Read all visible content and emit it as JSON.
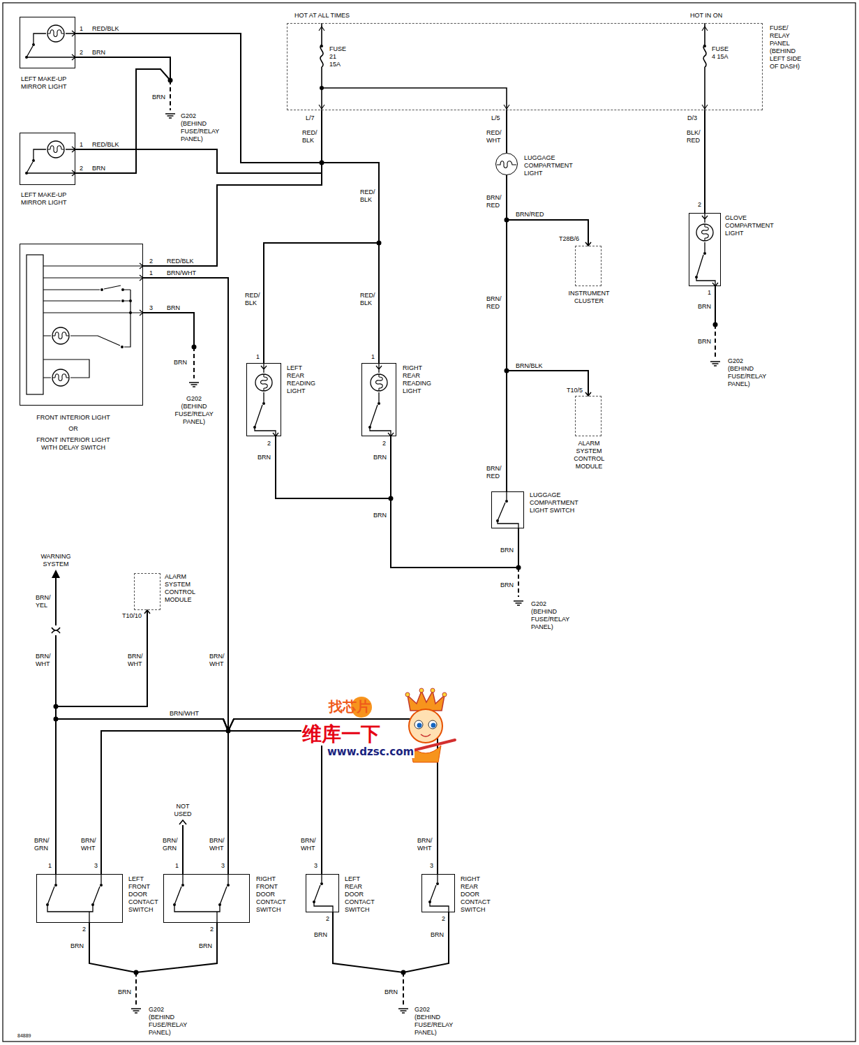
{
  "diagram": {
    "nodes": [
      {
        "text": [
          "HOT AT ALL TIMES",
          "HOT IN ON",
          "FUSE 21 15A",
          "FUSE 4 15A",
          "FUSE/ RELAY PANEL (BEHIND LEFT SIDE OF DASH)"
        ]
      },
      {
        "text": [
          "LEFT MAKE-UP MIRROR LIGHT"
        ]
      },
      {
        "text": [
          "LEFT MAKE-UP MIRROR LIGHT"
        ]
      },
      {
        "text": [
          "LUGGAGE COMPARTMENT LIGHT"
        ]
      },
      {
        "text": [
          "GLOVE COMPARTMENT LIGHT"
        ]
      },
      {
        "text": [
          "FRONT INTERIOR LIGHT",
          "OR",
          "FRONT INTERIOR LIGHT WITH DELAY SWITCH"
        ]
      },
      {
        "text": [
          "INSTRUMENT CLUSTER"
        ]
      },
      {
        "text": [
          "LEFT REAR READING LIGHT"
        ]
      },
      {
        "text": [
          "RIGHT REAR READING LIGHT"
        ]
      },
      {
        "text": [
          "ALARM SYSTEM CONTROL MODULE"
        ]
      },
      {
        "text": [
          "LUGGAGE COMPARTMENT LIGHT SWITCH"
        ]
      },
      {
        "text": [
          "ALARM SYSTEM CONTROL MODULE"
        ]
      },
      {
        "text": [
          "LEFT FRONT DOOR CONTACT SWITCH"
        ]
      },
      {
        "text": [
          "RIGHT FRONT DOOR CONTACT SWITCH"
        ]
      },
      {
        "text": [
          "LEFT REAR DOOR CONTACT SWITCH"
        ]
      },
      {
        "text": [
          "RIGHT REAR DOOR CONTACT SWITCH"
        ]
      }
    ],
    "edges": [
      {
        "from": 0,
        "to": 1,
        "arrow": "none"
      },
      {
        "from": 0,
        "to": 2,
        "arrow": "none"
      },
      {
        "from": 0,
        "to": 5,
        "arrow": "none"
      },
      {
        "from": 0,
        "to": 7,
        "arrow": "none"
      },
      {
        "from": 0,
        "to": 8,
        "arrow": "none"
      },
      {
        "from": 0,
        "to": 3,
        "arrow": "none"
      },
      {
        "from": 0,
        "to": 4,
        "arrow": "none"
      },
      {
        "from": 3,
        "to": 6,
        "arrow": "none"
      },
      {
        "from": 3,
        "to": 9,
        "arrow": "none"
      },
      {
        "from": 3,
        "to": 10,
        "arrow": "none"
      },
      {
        "from": 5,
        "to": 12,
        "arrow": "none"
      },
      {
        "from": 5,
        "to": 13,
        "arrow": "none"
      },
      {
        "from": 5,
        "to": 14,
        "arrow": "none"
      },
      {
        "from": 5,
        "to": 15,
        "arrow": "none"
      },
      {
        "from": 11,
        "to": 12,
        "arrow": "none"
      },
      {
        "from": 11,
        "to": 13,
        "arrow": "none"
      },
      {
        "from": 11,
        "to": 14,
        "arrow": "none"
      },
      {
        "from": 11,
        "to": 15,
        "arrow": "none"
      }
    ],
    "labels": [
      "1",
      "RED/BLK",
      "2",
      "BRN",
      "BRN",
      "G202 (BEHIND FUSE/RELAY PANEL)",
      "1",
      "RED/BLK",
      "2",
      "BRN",
      "L/7",
      "RED/ BLK",
      "L/5",
      "RED/ WHT",
      "D/3",
      "BLK/ RED",
      "RED/ BLK",
      "BRN/ RED",
      "2",
      "BRN/RED",
      "T28B/6",
      "2",
      "RED/BLK",
      "1",
      "BRN/WHT",
      "1",
      "RED/ BLK",
      "RED/ BLK",
      "BRN/ RED",
      "3",
      "BRN",
      "BRN",
      "BRN",
      "1",
      "1",
      "G202 (BEHIND FUSE/RELAY PANEL)",
      "BRN",
      "BRN/BLK",
      "T10/5",
      "G202 (BEHIND FUSE/RELAY PANEL)",
      "2",
      "2",
      "BRN",
      "BRN",
      "BRN/ RED",
      "BRN",
      "BRN",
      "WARNING SYSTEM",
      "BRN",
      "BRN/ YEL",
      "G202 (BEHIND FUSE/RELAY PANEL)",
      "T10/10",
      "BRN/ WHT",
      "BRN/ WHT",
      "BRN/ WHT",
      "BRN/WHT",
      "NOT USED",
      "BRN/ GRN",
      "BRN/ WHT",
      "BRN/ GRN",
      "BRN/ WHT",
      "BRN/ WHT",
      "BRN/ WHT",
      "1",
      "3",
      "1",
      "3",
      "3",
      "3",
      "2",
      "2",
      "2",
      "2",
      "BRN",
      "BRN",
      "BRN",
      "BRN",
      "BRN",
      "BRN",
      "G202 (BEHIND FUSE/RELAY PANEL)",
      "G202 (BEHIND FUSE/RELAY PANEL)",
      "84889",
      "找芯片",
      "维库一下",
      "www.dzsc.com"
    ]
  }
}
